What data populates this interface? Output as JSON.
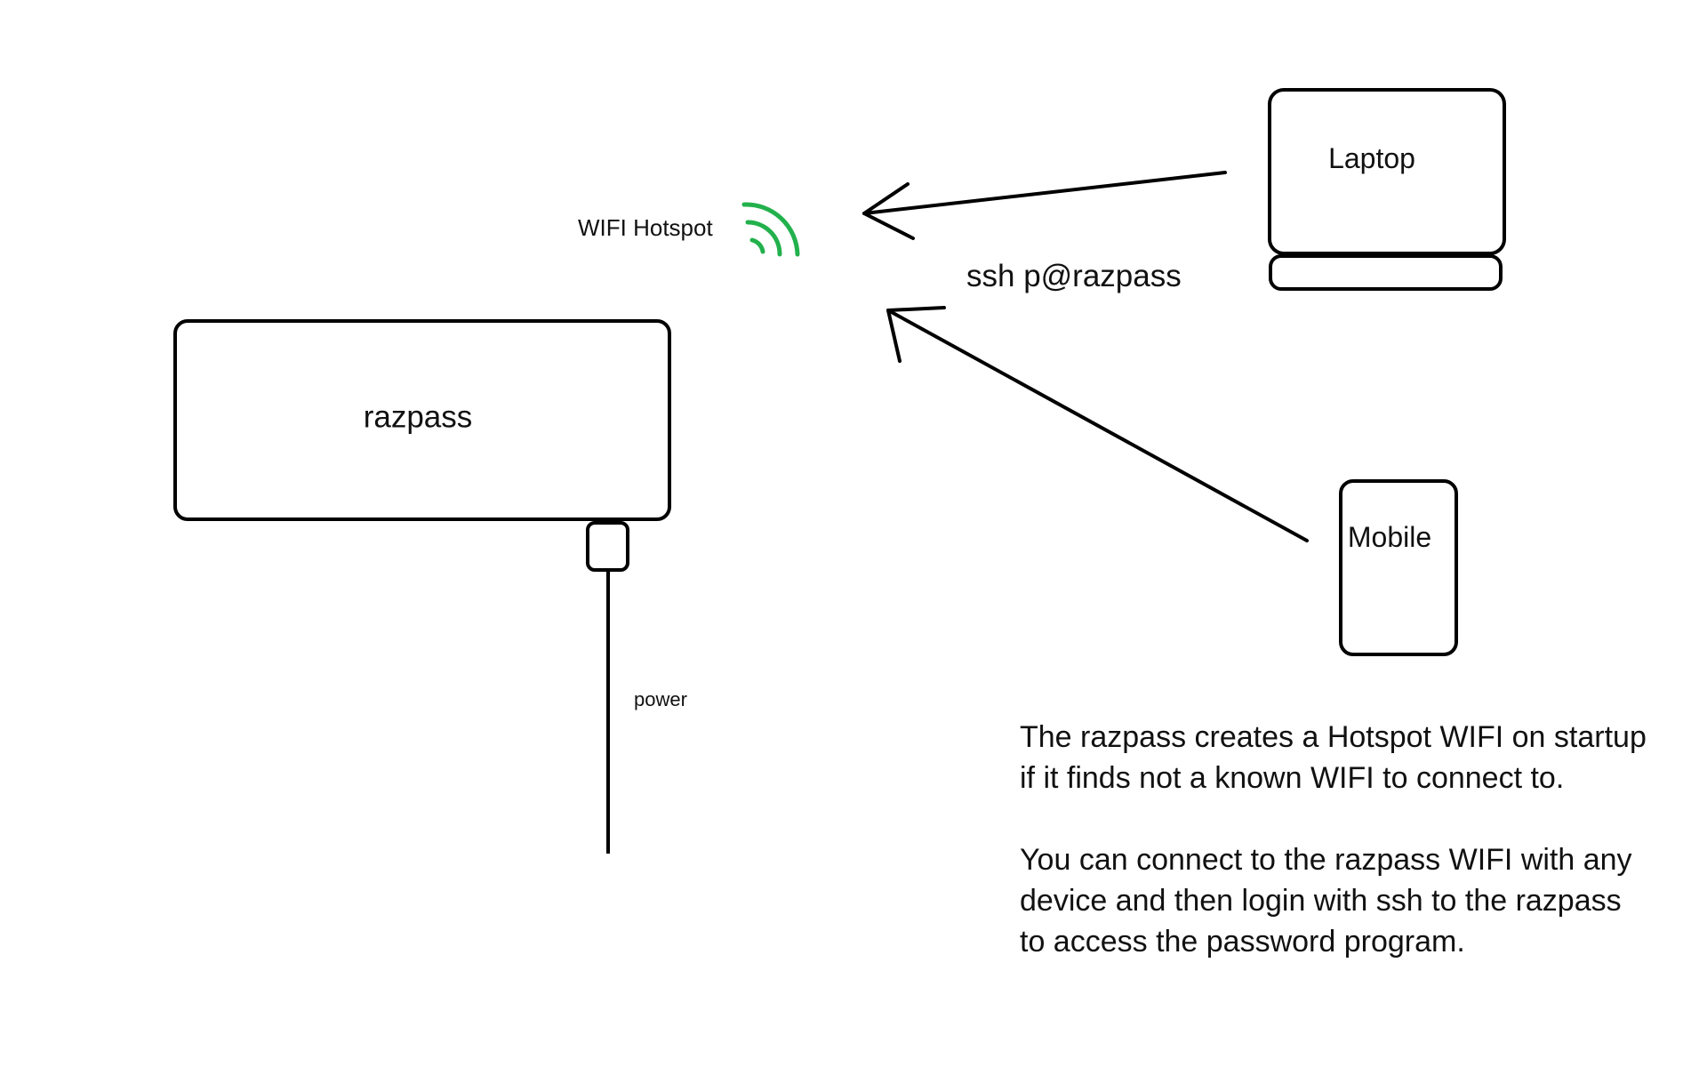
{
  "diagram": {
    "device": {
      "label": "razpass"
    },
    "cable": {
      "label": "power"
    },
    "hotspot": {
      "label": "WIFI Hotspot",
      "icon": "wifi-signal-icon",
      "color": "#22b14c"
    },
    "connection": {
      "label": "ssh p@razpass"
    },
    "laptop": {
      "label": "Laptop"
    },
    "mobile": {
      "label": "Mobile"
    },
    "stroke_color": "#000000"
  },
  "description": {
    "paragraph1": {
      "line1": "The razpass creates a Hotspot WIFI on startup",
      "line2": "if it finds not a known WIFI to connect to."
    },
    "paragraph2": {
      "line1": "You can connect to the razpass WIFI with any",
      "line2": "device and then login with ssh to the razpass",
      "line3": "to access the password program."
    }
  }
}
